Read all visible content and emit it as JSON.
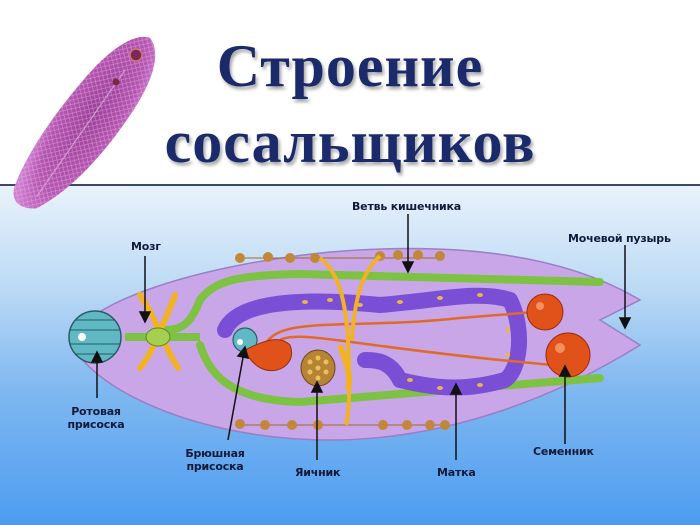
{
  "slide": {
    "title_line1": "Строение",
    "title_line2": "сосальщиков",
    "title_color": "#1b2a6b"
  },
  "photo": {
    "subject": "flatworm-photo",
    "color": "#a64aa3"
  },
  "diagram": {
    "labels": {
      "gut_branch": "Ветвь кишечника",
      "brain": "Мозг",
      "bladder": "Мочевой пузырь",
      "oral_sucker_l1": "Ротовая",
      "oral_sucker_l2": "присоска",
      "ventral_sucker_l1": "Брюшная",
      "ventral_sucker_l2": "присоска",
      "ovary": "Яичник",
      "uterus": "Матка",
      "testis": "Семенник"
    },
    "colors": {
      "body": "#c9a6e8",
      "gut": "#7dc243",
      "uterus": "#7a4fd6",
      "testis": "#e0521a",
      "sucker": "#5fb8c4",
      "vitellaria": "#c2883a"
    }
  }
}
